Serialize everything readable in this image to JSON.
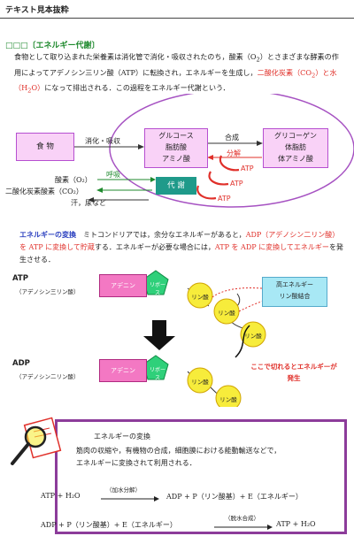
{
  "header": {
    "title": "テキスト見本抜粋"
  },
  "section": {
    "title": "□□□〔エネルギー代謝〕",
    "body_parts": [
      "食物として取り込まれた栄養素は消化管で消化・吸収されたのち，酸素（O",
      "2",
      "）とさまざまな酵素の作用によってアデノシン三リン酸（ATP）に転換され，エネルギーを生成し，",
      "二酸化炭素（CO",
      "2",
      "）と水（H",
      "2",
      "O）",
      "になって排出される．この過程をエネルギー代謝という．"
    ]
  },
  "diagram1": {
    "food": "食 物",
    "digest": "消化・吸収",
    "glucose_box": [
      "グルコース",
      "脂肪酸",
      "アミノ酸"
    ],
    "synthesis": "合成",
    "decomp": "分解",
    "glycogen_box": [
      "グリコーゲン",
      "体脂肪",
      "体アミノ酸"
    ],
    "respiration": "呼吸",
    "oxygen": "酸素（O₂）",
    "co2": "二酸化炭素酸素（CO₂）",
    "sweat": "汗，尿など",
    "metabolism": "代 謝",
    "atp1": "ATP",
    "atp2": "ATP",
    "atp3": "ATP"
  },
  "energy_section": {
    "lead": "エネルギーの変換",
    "t1": "　ミトコンドリアでは，余分なエネルギーがあると，",
    "r1": "ADP（アデノシン二リン酸）を ATP に変換して貯蔵",
    "t2": "する．エネルギーが必要な場合には，",
    "r2": "ATP を ADP に変換してエネルギー",
    "t3": "を発生させる．"
  },
  "atp_diagram": {
    "atp_title": "ATP",
    "atp_sub": "（アデノシン三リン酸）",
    "adenine": "アデニン",
    "ribose": "リボース",
    "phosphate": "リン酸",
    "high_energy": [
      "高エネルギー",
      "リン酸結合"
    ],
    "adp_title": "ADP",
    "adp_sub": "（アデノシン二リン酸）",
    "cut_note": [
      "ここで切れるとエネルギーが",
      "発生"
    ]
  },
  "conversion_box": {
    "title": "エネルギーの変換",
    "line1": "筋肉の収縮や，有機物の合成，細胞膜における能動輸送などで，",
    "line2": "エネルギーに変換されて利用される．",
    "eq1_left": "ATP + H₂O",
    "eq1_cond": "（加水分解）",
    "eq1_right": "ADP + P（リン酸基）+ E（エネルギー）",
    "eq2_left": "ADP + P（リン酸基）+ E（エネルギー）",
    "eq2_cond": "（脱水合成）",
    "eq2_right": "ATP + H₂O"
  },
  "colors": {
    "accent_red": "#e0302a",
    "accent_green": "#1f8a2e",
    "accent_purple": "#8c3c9a",
    "link_blue": "#2a3fbf"
  }
}
